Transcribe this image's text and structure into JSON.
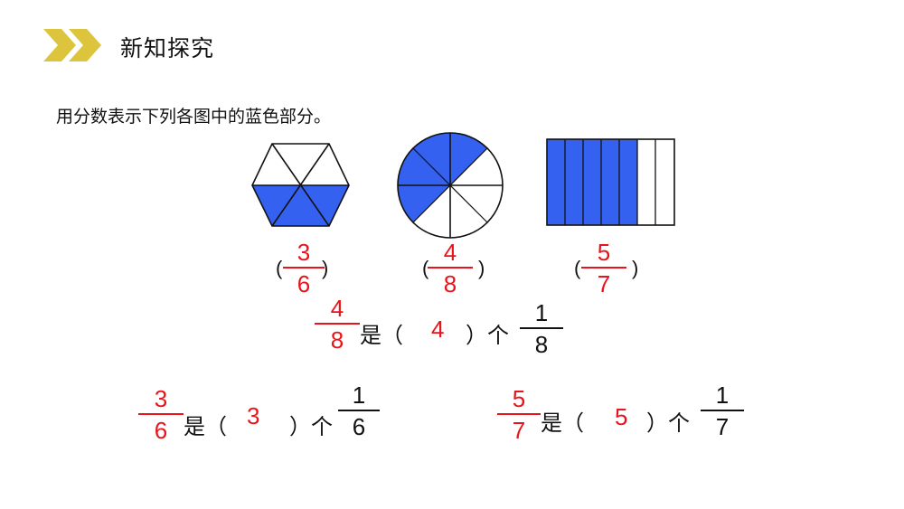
{
  "header": {
    "title": "新知探究",
    "icon": "double-chevron-icon",
    "icon_color": "#dcc53d"
  },
  "instruction": "用分数表示下列各图中的蓝色部分。",
  "colors": {
    "fill": "#3461f0",
    "answer": "#e8141b",
    "stroke": "#111111"
  },
  "figures": [
    {
      "shape": "hexagon",
      "parts": 6,
      "shaded": 3,
      "answer": {
        "num": "3",
        "den": "6"
      }
    },
    {
      "shape": "circle",
      "parts": 8,
      "shaded": 4,
      "answer": {
        "num": "4",
        "den": "8"
      }
    },
    {
      "shape": "rectangle",
      "parts": 7,
      "shaded": 5,
      "answer": {
        "num": "5",
        "den": "7"
      }
    }
  ],
  "paren_open": "(",
  "paren_close": ")",
  "statements": [
    {
      "frac": {
        "num": "4",
        "den": "8"
      },
      "is": "是（",
      "answer": "4",
      "close": "）个",
      "unit": {
        "num": "1",
        "den": "8"
      }
    },
    {
      "frac": {
        "num": "3",
        "den": "6"
      },
      "is": "是（",
      "answer": "3",
      "close": "）个",
      "unit": {
        "num": "1",
        "den": "6"
      }
    },
    {
      "frac": {
        "num": "5",
        "den": "7"
      },
      "is": "是（",
      "answer": "5",
      "close": "）个",
      "unit": {
        "num": "1",
        "den": "7"
      }
    }
  ]
}
